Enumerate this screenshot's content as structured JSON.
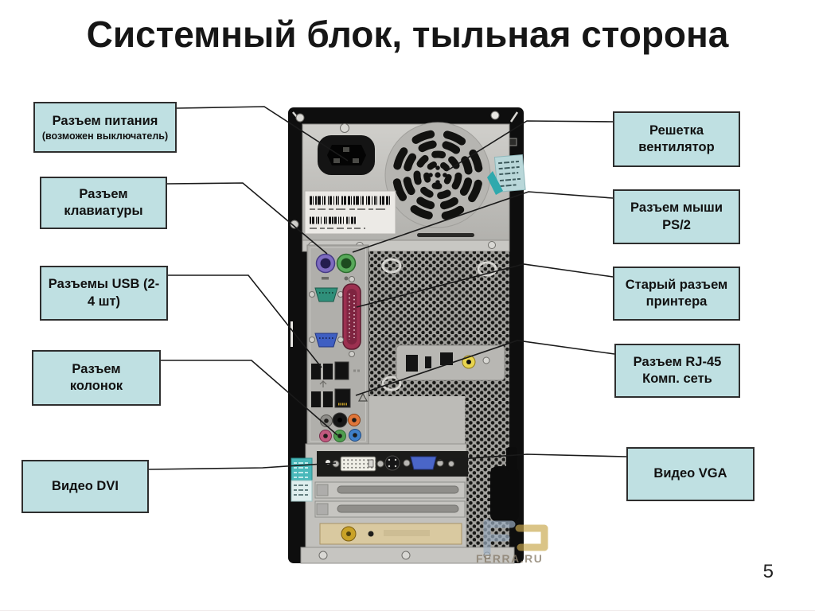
{
  "title": "Системный блок, тыльная сторона",
  "page_number": "5",
  "watermark_text": "FERRA.RU",
  "labels": {
    "left": [
      {
        "text": "Разъем питания",
        "subtext": "(возможен выключатель)"
      },
      {
        "text": "Разъем\nклавиатуры"
      },
      {
        "text": "Разъемы USB (2-\n4 шт)"
      },
      {
        "text": "Разъем\nколонок"
      },
      {
        "text": "Видео DVI"
      }
    ],
    "right": [
      {
        "text": "Решетка\nвентилятор"
      },
      {
        "text": "Разъем мыши\nPS/2"
      },
      {
        "text": "Старый разъем\nпринтера"
      },
      {
        "text": "Разъем RJ-45\nКомп. сеть"
      },
      {
        "text": "Видео VGA"
      }
    ]
  },
  "colors": {
    "label_fill": "#bfe0e2",
    "label_border": "#2e2e2e",
    "callout_line": "#1a1a1a",
    "case_black": "#0e0e0e",
    "panel_gray": "#c6c5c1",
    "warranty_sticker_teal": "#2fa9ad",
    "ps2_keyboard_purple": "#7e6cc0",
    "ps2_mouse_green": "#58a95a",
    "serial_port_teal": "#2f8f7a",
    "parallel_port_maroon": "#9c3050",
    "vga_blue": "#3f5fc2",
    "rca_yellow": "#e8d44e",
    "bracket_beige": "#d9c9a0",
    "gold_connector": "#c9a227"
  }
}
